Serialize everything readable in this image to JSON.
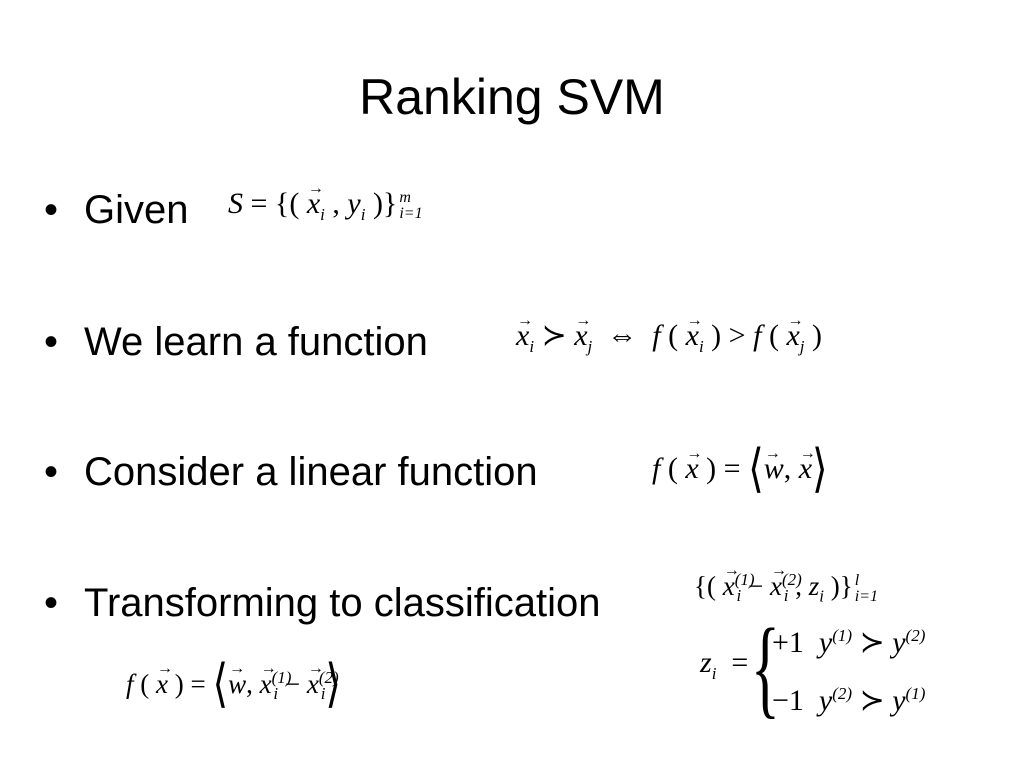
{
  "slide": {
    "title": "Ranking SVM",
    "bullet_glyph": "•",
    "bullets": [
      "Given",
      "We learn a function",
      "Consider a linear function",
      "Transforming to classification"
    ]
  }
}
